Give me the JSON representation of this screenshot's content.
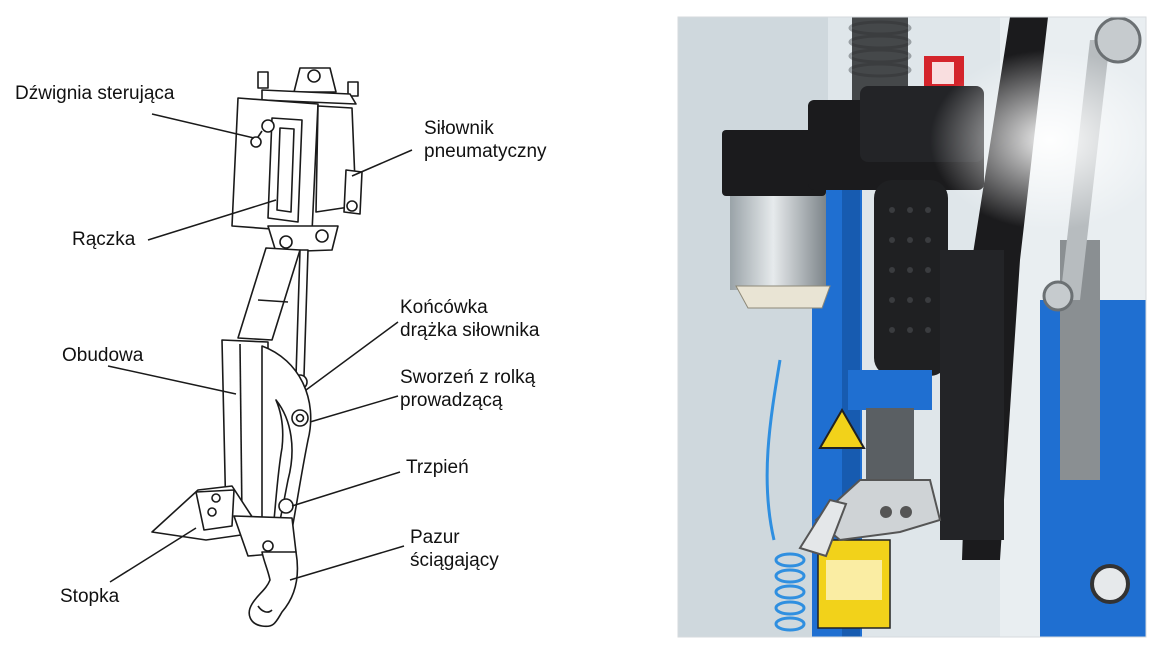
{
  "labels": {
    "control_lever": "Dźwignia sterująca",
    "actuator": [
      "Siłownik",
      "pneumatyczny"
    ],
    "handle": "Rączka",
    "rod_end": [
      "Końcówka",
      "drążka siłownika"
    ],
    "housing": "Obudowa",
    "pin_roller": [
      "Sworzeń z rolką",
      "prowadzącą"
    ],
    "pivot": "Trzpień",
    "claw": [
      "Pazur",
      "ściągający"
    ],
    "foot": "Stopka"
  },
  "colors": {
    "line": "#1a1a1a",
    "blue": "#1f6fd1",
    "black_part": "#1b1b1d",
    "wall": "#dfe6ea"
  }
}
